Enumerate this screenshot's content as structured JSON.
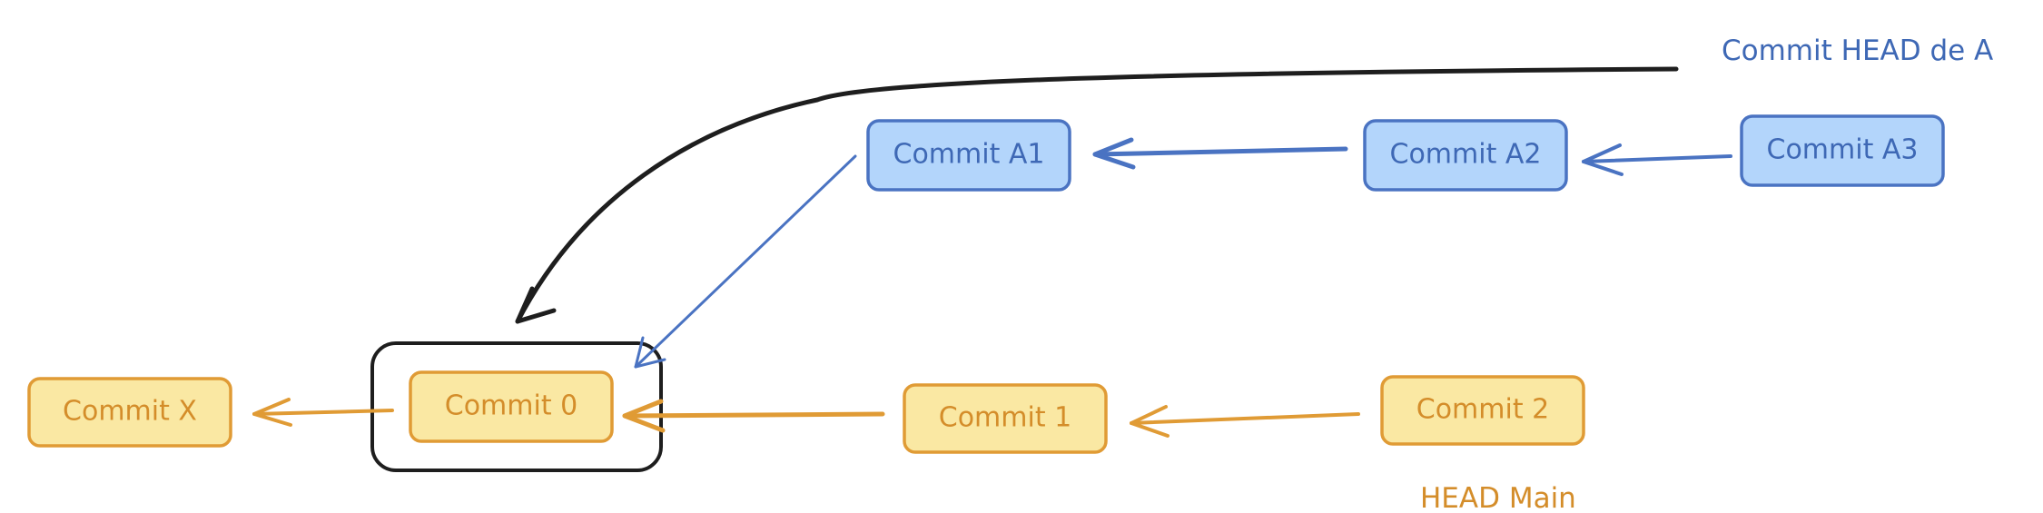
{
  "nodes": {
    "commit_x": "Commit X",
    "commit_0": "Commit 0",
    "commit_1": "Commit 1",
    "commit_2": "Commit 2",
    "commit_a1": "Commit A1",
    "commit_a2": "Commit A2",
    "commit_a3": "Commit A3"
  },
  "labels": {
    "head_a": "Commit HEAD de A",
    "head_main": "HEAD Main"
  },
  "colors": {
    "main_branch": "#e09b35",
    "main_fill": "#fae8a3",
    "feature_branch": "#4a73c2",
    "feature_fill": "#b3d5fb",
    "highlight": "#1e1e1e"
  }
}
